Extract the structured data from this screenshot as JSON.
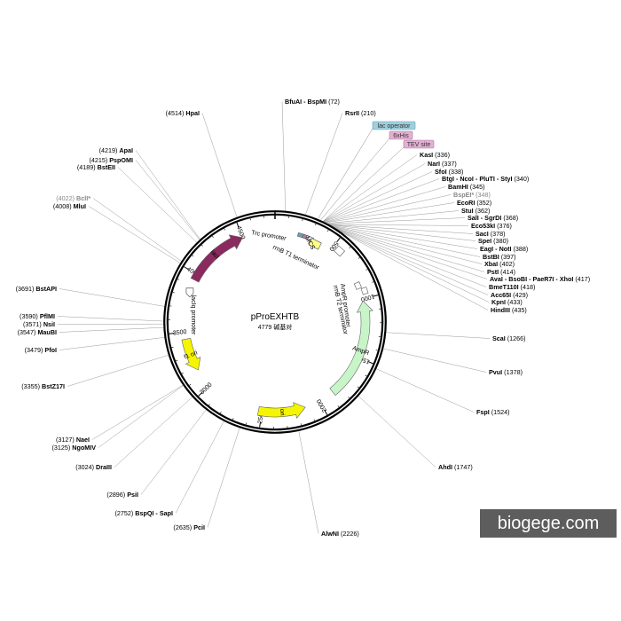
{
  "plasmid": {
    "name": "pProEXHTB",
    "length": "4779 碱基对",
    "total_bp": 4779
  },
  "tick_labels": [
    {
      "bp": 500,
      "text": "500"
    },
    {
      "bp": 1000,
      "text": "1000"
    },
    {
      "bp": 1500,
      "text": "1500"
    },
    {
      "bp": 2000,
      "text": "2000"
    },
    {
      "bp": 2500,
      "text": "2500"
    },
    {
      "bp": 3000,
      "text": "3000"
    },
    {
      "bp": 3500,
      "text": "3500"
    },
    {
      "bp": 4000,
      "text": "4000"
    },
    {
      "bp": 4500,
      "text": "4500"
    }
  ],
  "features": [
    {
      "label": "lacI",
      "start": 3950,
      "end": 4500,
      "direction": "cw",
      "color": "#8b2a5e",
      "kind": "thick",
      "text_color": "#ffffff"
    },
    {
      "label": "AmpR",
      "start": 1016,
      "end": 1865,
      "direction": "ccw",
      "color": "#c8f5c8",
      "kind": "thick",
      "text_color": "#000000"
    },
    {
      "label": "ori",
      "start": 2130,
      "end": 2530,
      "direction": "ccw",
      "color": "#f5f500",
      "kind": "thick",
      "text_color": "#000000"
    },
    {
      "label": "f1 ori",
      "start": 3160,
      "end": 3440,
      "direction": "ccw",
      "color": "#f5f500",
      "kind": "thick",
      "text_color": "#000000"
    },
    {
      "label": "lacIq promoter",
      "start": 3830,
      "end": 3860,
      "direction": "ccw",
      "color": "#ffffff",
      "kind": "small",
      "text_color": "#000000"
    }
  ],
  "small_features": [
    {
      "label": "Trc promoter",
      "bp": 230
    },
    {
      "label": "MCS",
      "bp": 360
    },
    {
      "label": "rrnB T1 terminator",
      "bp": 560
    },
    {
      "label": "AmpR promoter",
      "bp": 940
    },
    {
      "label": "rrnB T2 terminator",
      "bp": 880
    }
  ],
  "tag_boxes": [
    {
      "label": "lac operator",
      "fill": "#9fcfde",
      "stroke": "#6aa3b8"
    },
    {
      "label": "6xHis",
      "fill": "#e3b0d3",
      "stroke": "#b37aa3"
    },
    {
      "label": "TEV site",
      "fill": "#e3b0d3",
      "stroke": "#b37aa3"
    }
  ],
  "sites": [
    {
      "name": "HpaI",
      "pos": "(4514)",
      "bp": 4514,
      "side": "left"
    },
    {
      "name": "BfuAI - BspMI",
      "pos": "(72)",
      "bp": 72,
      "side": "right"
    },
    {
      "name": "RsrII",
      "pos": "(210)",
      "bp": 210,
      "side": "right"
    },
    {
      "name": "ApaI",
      "pos": "(4219)",
      "bp": 4219,
      "side": "left"
    },
    {
      "name": "PspOMI",
      "pos": "(4215)",
      "bp": 4215,
      "side": "left"
    },
    {
      "name": "BstEII",
      "pos": "(4189)",
      "bp": 4189,
      "side": "left"
    },
    {
      "name": "BclI*",
      "pos": "(4022)",
      "bp": 4022,
      "side": "left",
      "faded": true
    },
    {
      "name": "MluI",
      "pos": "(4008)",
      "bp": 4008,
      "side": "left"
    },
    {
      "name": "KasI",
      "pos": "(336)",
      "bp": 336,
      "side": "right"
    },
    {
      "name": "NarI",
      "pos": "(337)",
      "bp": 337,
      "side": "right"
    },
    {
      "name": "SfoI",
      "pos": "(338)",
      "bp": 338,
      "side": "right"
    },
    {
      "name": "BtgI - NcoI - PluTI - StyI",
      "pos": "(340)",
      "bp": 340,
      "side": "right"
    },
    {
      "name": "BamHI",
      "pos": "(345)",
      "bp": 345,
      "side": "right"
    },
    {
      "name": "BspEI*",
      "pos": "(348)",
      "bp": 348,
      "side": "right",
      "faded": true
    },
    {
      "name": "EcoRI",
      "pos": "(352)",
      "bp": 352,
      "side": "right"
    },
    {
      "name": "StuI",
      "pos": "(362)",
      "bp": 362,
      "side": "right"
    },
    {
      "name": "SalI - SgrDI",
      "pos": "(368)",
      "bp": 368,
      "side": "right"
    },
    {
      "name": "Eco53kI",
      "pos": "(376)",
      "bp": 376,
      "side": "right"
    },
    {
      "name": "SacI",
      "pos": "(378)",
      "bp": 378,
      "side": "right"
    },
    {
      "name": "SpeI",
      "pos": "(380)",
      "bp": 380,
      "side": "right"
    },
    {
      "name": "EagI - NotI",
      "pos": "(388)",
      "bp": 388,
      "side": "right"
    },
    {
      "name": "BstBI",
      "pos": "(397)",
      "bp": 397,
      "side": "right"
    },
    {
      "name": "XbaI",
      "pos": "(402)",
      "bp": 402,
      "side": "right"
    },
    {
      "name": "PstI",
      "pos": "(414)",
      "bp": 414,
      "side": "right"
    },
    {
      "name": "AvaI - BsoBI - PaeR7I - XhoI",
      "pos": "(417)",
      "bp": 417,
      "side": "right"
    },
    {
      "name": "BmeT110I",
      "pos": "(418)",
      "bp": 418,
      "side": "right"
    },
    {
      "name": "Acc65I",
      "pos": "(429)",
      "bp": 429,
      "side": "right"
    },
    {
      "name": "KpnI",
      "pos": "(433)",
      "bp": 433,
      "side": "right"
    },
    {
      "name": "HindIII",
      "pos": "(435)",
      "bp": 435,
      "side": "right"
    },
    {
      "name": "BstAPI",
      "pos": "(3691)",
      "bp": 3691,
      "side": "left"
    },
    {
      "name": "PflMI",
      "pos": "(3590)",
      "bp": 3590,
      "side": "left"
    },
    {
      "name": "NsiI",
      "pos": "(3571)",
      "bp": 3571,
      "side": "left"
    },
    {
      "name": "MauBI",
      "pos": "(3547)",
      "bp": 3547,
      "side": "left"
    },
    {
      "name": "PfoI",
      "pos": "(3479)",
      "bp": 3479,
      "side": "left"
    },
    {
      "name": "BstZ17I",
      "pos": "(3355)",
      "bp": 3355,
      "side": "left"
    },
    {
      "name": "ScaI",
      "pos": "(1266)",
      "bp": 1266,
      "side": "right"
    },
    {
      "name": "PvuI",
      "pos": "(1378)",
      "bp": 1378,
      "side": "right"
    },
    {
      "name": "FspI",
      "pos": "(1524)",
      "bp": 1524,
      "side": "right"
    },
    {
      "name": "AhdI",
      "pos": "(1747)",
      "bp": 1747,
      "side": "right"
    },
    {
      "name": "NaeI",
      "pos": "(3127)",
      "bp": 3127,
      "side": "left"
    },
    {
      "name": "NgoMIV",
      "pos": "(3125)",
      "bp": 3125,
      "side": "left"
    },
    {
      "name": "DraIII",
      "pos": "(3024)",
      "bp": 3024,
      "side": "left"
    },
    {
      "name": "PsiI",
      "pos": "(2896)",
      "bp": 2896,
      "side": "left"
    },
    {
      "name": "BspQI - SapI",
      "pos": "(2752)",
      "bp": 2752,
      "side": "left"
    },
    {
      "name": "PciI",
      "pos": "(2635)",
      "bp": 2635,
      "side": "left"
    },
    {
      "name": "AlwNI",
      "pos": "(2226)",
      "bp": 2226,
      "side": "left"
    }
  ],
  "watermark": {
    "text": "biogege.com"
  }
}
